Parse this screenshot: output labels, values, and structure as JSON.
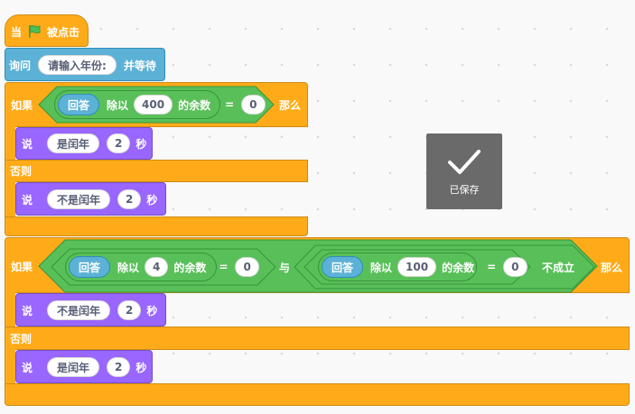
{
  "hat": {
    "when": "当",
    "clicked": "被点击"
  },
  "ask": {
    "label": "询问",
    "prompt": "请输入年份:",
    "wait": "并等待"
  },
  "if1": {
    "if_label": "如果",
    "then_label": "那么",
    "answer": "回答",
    "mod": "除以",
    "divisor": "400",
    "remainder": "的余数",
    "eq": "=",
    "value": "0",
    "say_then": {
      "label": "说",
      "text": "是闰年",
      "secs": "2",
      "unit": "秒"
    },
    "else_label": "否则",
    "say_else": {
      "label": "说",
      "text": "不是闰年",
      "secs": "2",
      "unit": "秒"
    }
  },
  "if2": {
    "if_label": "如果",
    "then_label": "那么",
    "a": {
      "answer": "回答",
      "mod": "除以",
      "divisor": "4",
      "remainder": "的余数",
      "eq": "=",
      "value": "0"
    },
    "and": "与",
    "b": {
      "answer": "回答",
      "mod": "除以",
      "divisor": "100",
      "remainder": "的余数",
      "eq": "=",
      "value": "0",
      "not_hold": "不成立"
    },
    "say_then": {
      "label": "说",
      "text": "不是闰年",
      "secs": "2",
      "unit": "秒"
    },
    "else_label": "否则",
    "say_else": {
      "label": "说",
      "text": "是闰年",
      "secs": "2",
      "unit": "秒"
    }
  },
  "toast": {
    "text": "已保存"
  },
  "colors": {
    "control": "#FFAB19",
    "sensing": "#5CB1D6",
    "looks": "#9966FF",
    "operators": "#59C059",
    "flag": "#4CBF56"
  }
}
